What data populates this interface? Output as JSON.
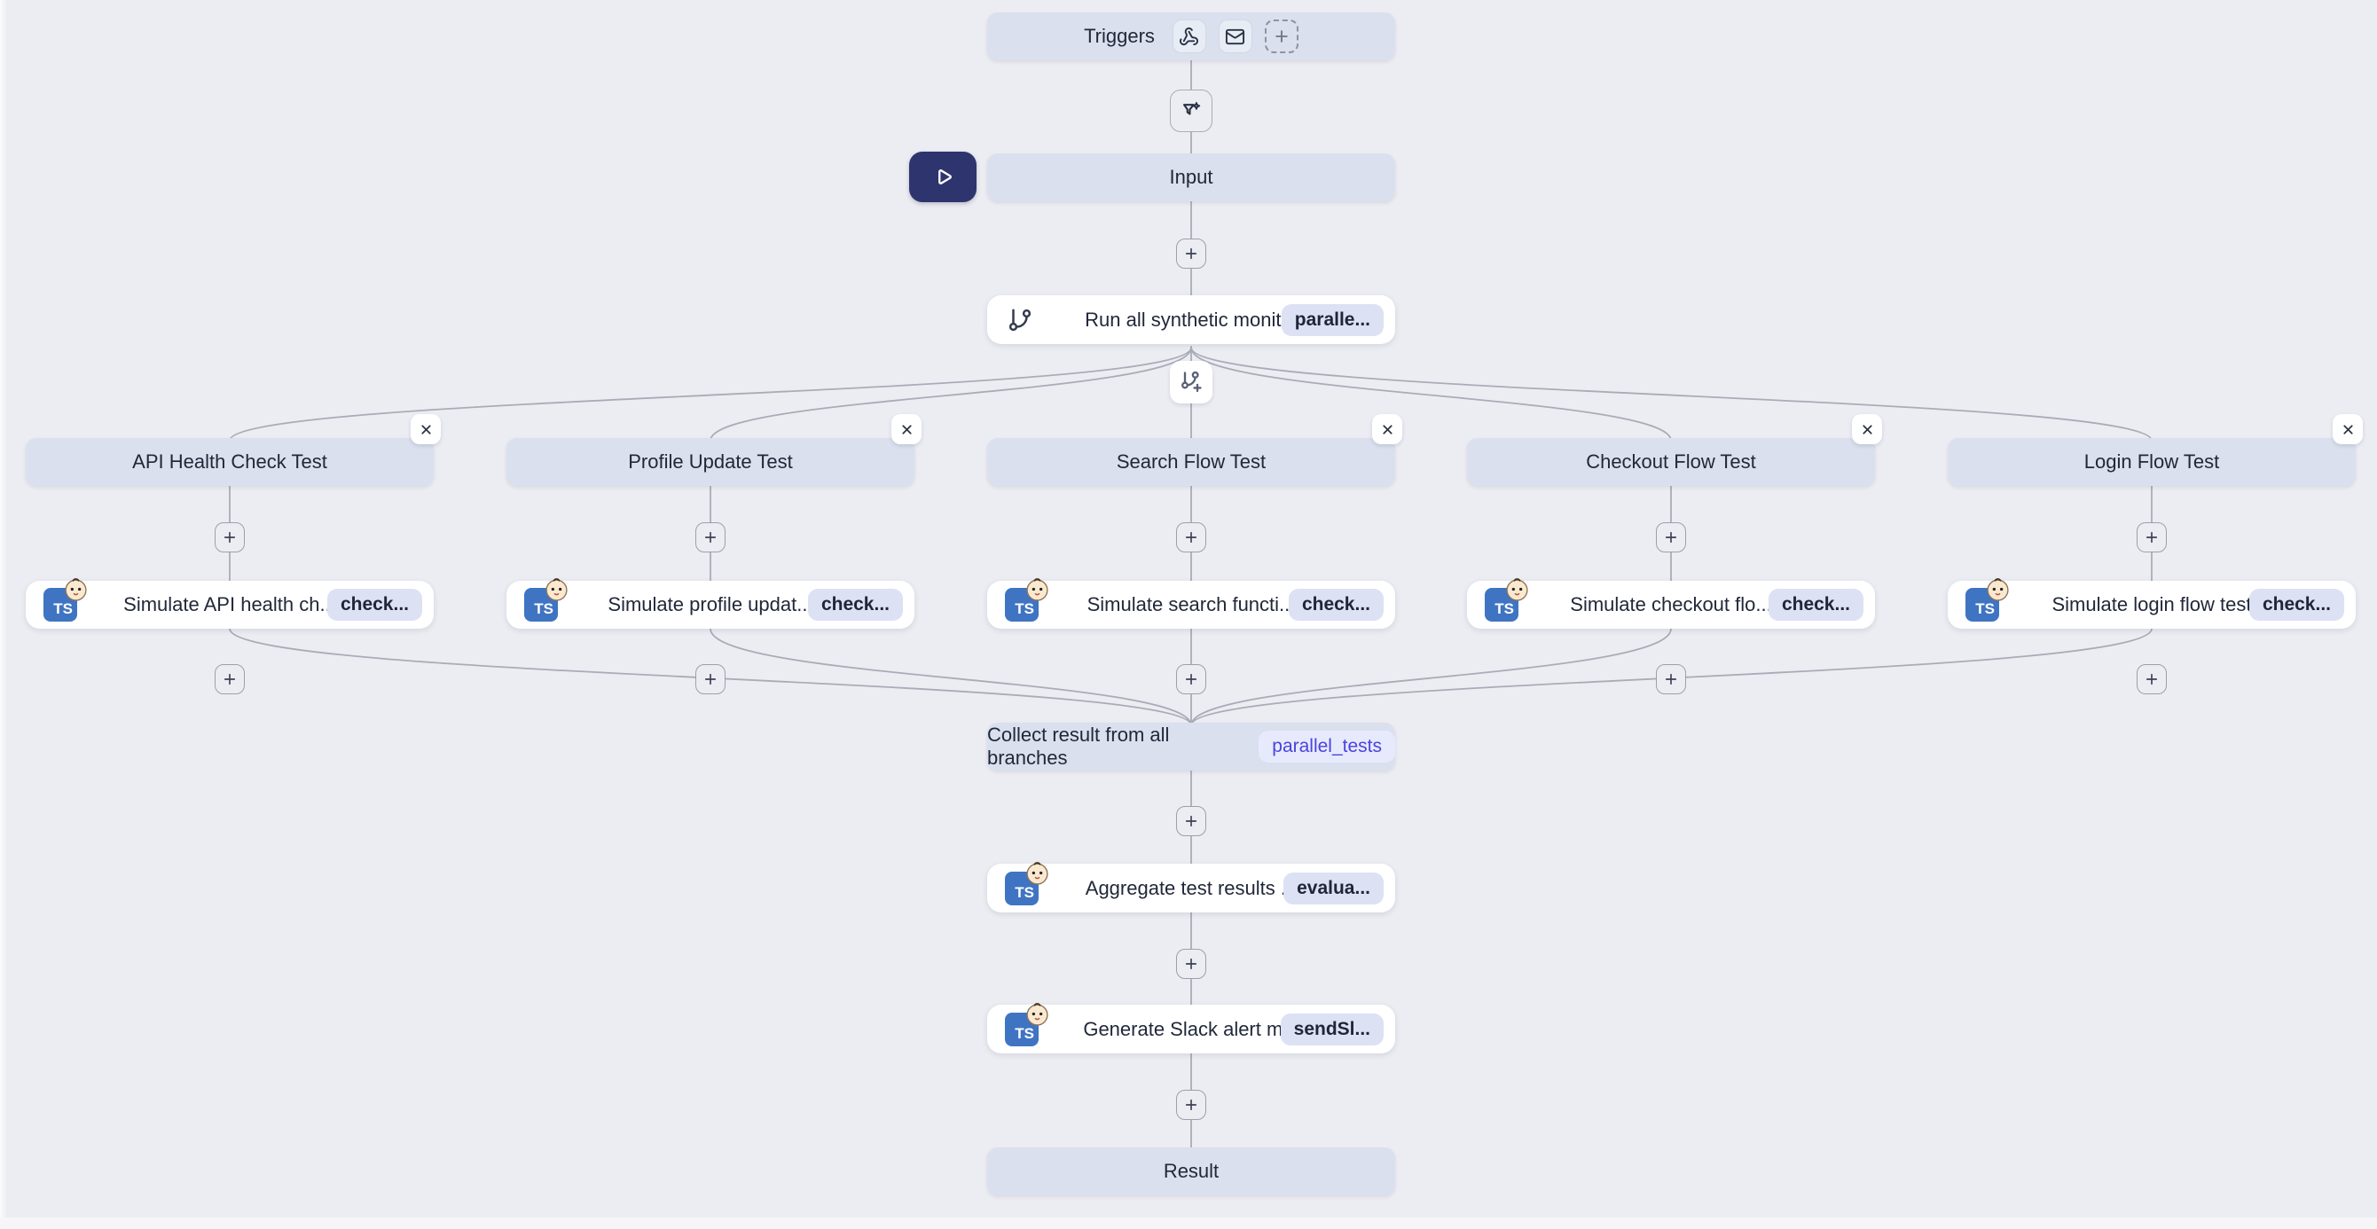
{
  "triggers": {
    "label": "Triggers",
    "icons": [
      "webhook-trigger",
      "email-trigger",
      "add-trigger"
    ]
  },
  "input": {
    "label": "Input"
  },
  "run_node": {
    "label": "Run all synthetic monit...",
    "badge": "paralle..."
  },
  "branches": [
    {
      "title": "API Health Check Test",
      "task": {
        "label": "Simulate API health ch...",
        "badge": "check..."
      }
    },
    {
      "title": "Profile Update Test",
      "task": {
        "label": "Simulate profile updat...",
        "badge": "check..."
      }
    },
    {
      "title": "Search Flow Test",
      "task": {
        "label": "Simulate search functi...",
        "badge": "check..."
      }
    },
    {
      "title": "Checkout Flow Test",
      "task": {
        "label": "Simulate checkout flo...",
        "badge": "check..."
      }
    },
    {
      "title": "Login Flow Test",
      "task": {
        "label": "Simulate login flow test",
        "badge": "check..."
      }
    }
  ],
  "collect_node": {
    "label": "Collect result from all branches",
    "badge": "parallel_tests"
  },
  "aggregate_node": {
    "label": "Aggregate test results ...",
    "badge": "evalua..."
  },
  "slack_node": {
    "label": "Generate Slack alert m...",
    "badge": "sendSl..."
  },
  "result": {
    "label": "Result"
  },
  "ts_icon": {
    "text": "TS"
  },
  "colors": {
    "canvas": "#ecedf2",
    "header_node": "#dae0ee",
    "edge": "#a9acb8",
    "badge_bg": "#dce1f4",
    "badge_indigo_bg": "#e7eafc",
    "badge_indigo_text": "#4a43dd",
    "play_button": "#2e356e",
    "typescript_blue": "#3f74c3"
  }
}
